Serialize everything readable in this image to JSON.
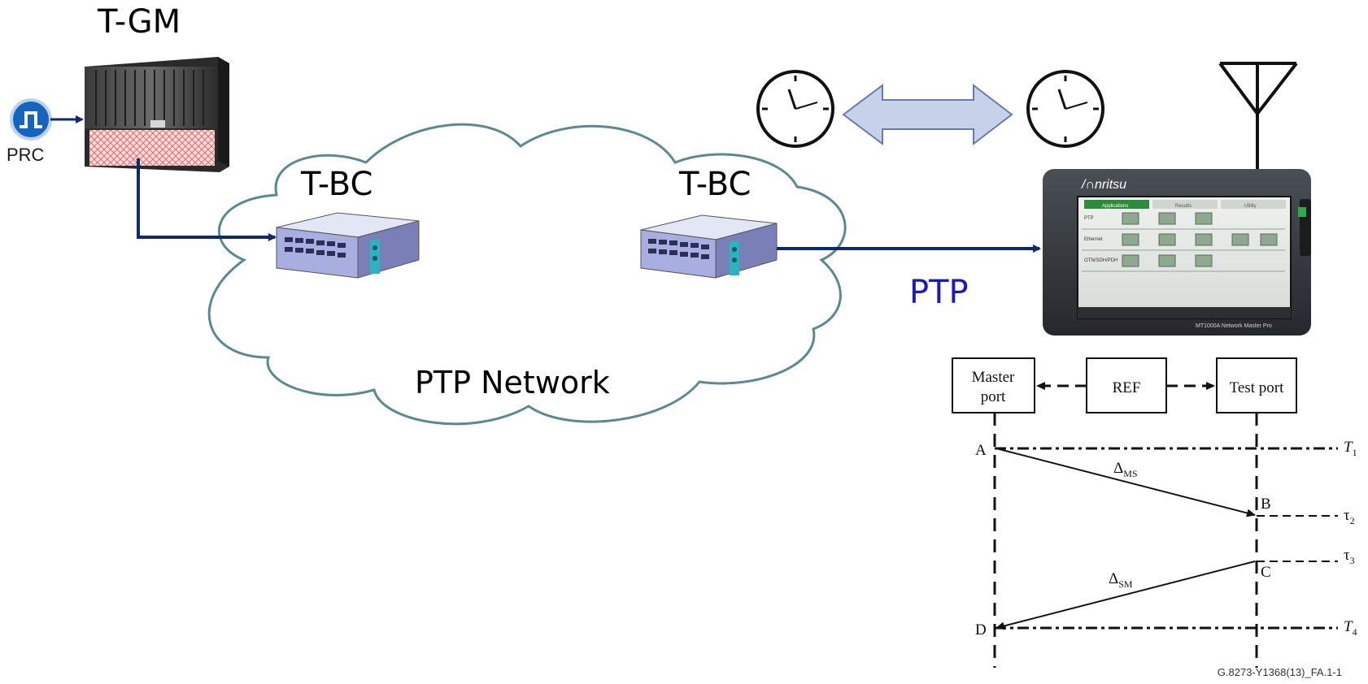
{
  "network": {
    "grandmaster_label": "T-GM",
    "prc_label": "PRC",
    "boundary_clock_1_label": "T-BC",
    "boundary_clock_2_label": "T-BC",
    "cloud_label": "PTP Network",
    "ptp_link_label": "PTP"
  },
  "tester": {
    "brand_label": "/∩nritsu",
    "model_label": "MT1000A Network Master Pro",
    "tab_labels": [
      "Applications",
      "Results",
      "Utility"
    ],
    "row_labels": [
      "PTP",
      "Ethernet",
      "OTN/SDH/PDH"
    ]
  },
  "timing_diagram": {
    "master_port_line1": "Master",
    "master_port_line2": "port",
    "ref_label": "REF",
    "test_port_label": "Test port",
    "point_a": "A",
    "point_b": "B",
    "point_c": "C",
    "point_d": "D",
    "delta_ms_symbol": "Δ",
    "delta_ms_sub": "MS",
    "delta_sm_symbol": "Δ",
    "delta_sm_sub": "SM",
    "t1_symbol": "T",
    "t1_sub": "1",
    "tau2_symbol": "τ",
    "tau2_sub": "2",
    "tau3_symbol": "τ",
    "tau3_sub": "3",
    "t4_symbol": "T",
    "t4_sub": "4",
    "figure_id": "G.8273-Y1368(13)_FA.1-1"
  },
  "colors": {
    "link": "#0d2a6b",
    "ptp_text": "#1a1ab8",
    "cloud_stroke": "#5a8a8f",
    "sync_arrow_fill": "#c5d2ea",
    "sync_arrow_stroke": "#6b7aa8",
    "prc_blue": "#1565c0",
    "switch_body": "#a9aee0",
    "switch_panel": "#2ab3c0"
  },
  "icons": [
    "pulse-icon",
    "clock-icon",
    "antenna-icon"
  ]
}
